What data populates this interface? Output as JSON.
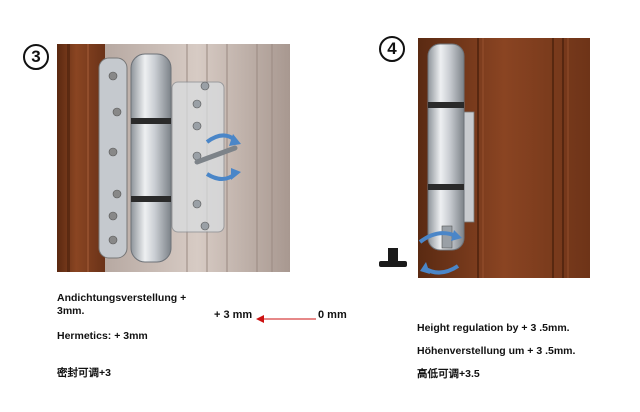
{
  "step3": {
    "number": "3",
    "adjust_de_line1": "Andichtungsverstellung +",
    "adjust_de_line2": "3mm.",
    "hermetics_en": "Hermetics: + 3mm",
    "cn": "密封可调+3",
    "range_from": "+ 3 mm",
    "range_to": "0 mm"
  },
  "step4": {
    "number": "4",
    "height_en": "Height regulation by + 3 .5mm.",
    "height_de": "Höhenverstellung um  + 3 .5mm.",
    "cn": "高低可调+3.5"
  },
  "colors": {
    "door_wood": "#7a3a1c",
    "hinge_silver": "#cfd3d8",
    "arrow_blue": "#4a86c8",
    "arrow_red": "#cc1111"
  }
}
